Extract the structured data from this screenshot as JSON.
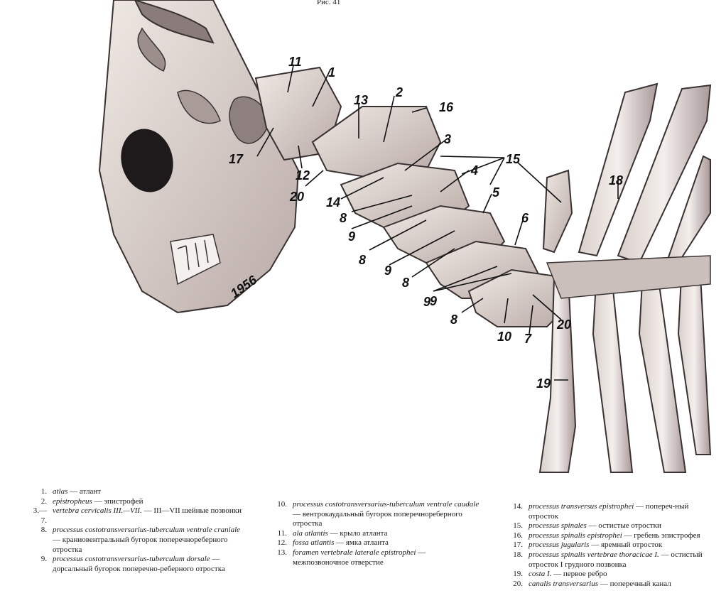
{
  "figure_caption": "Рис. 41",
  "signature": "1956",
  "callouts": [
    "1",
    "2",
    "3",
    "4",
    "5",
    "6",
    "7",
    "8",
    "8",
    "8",
    "8",
    "9",
    "9",
    "9",
    "9",
    "10",
    "11",
    "12",
    "13",
    "14",
    "15",
    "16",
    "17",
    "18",
    "19",
    "20",
    "20"
  ],
  "legend": [
    {
      "num": "1.",
      "lat": "atlas",
      "rus": " — атлант"
    },
    {
      "num": "2.",
      "lat": "epistropheus",
      "rus": " — эпистрофей"
    },
    {
      "num": "3.—7.",
      "lat": "vertebra cervicalis III.—VII.",
      "rus": " — III—VII шейные позвонки"
    },
    {
      "num": "8.",
      "lat": "processus costotransversarius-tuberculum ventrale craniale",
      "rus": " — краниовентральный бугорок поперечнореберного отростка"
    },
    {
      "num": "9.",
      "lat": "processus costotransversarius-tuberculum dorsale",
      "rus": " — дорсальный бугорок поперечно-реберного отростка"
    },
    {
      "num": "10.",
      "lat": "processus costotransversarius-tuberculum ventrale caudale",
      "rus": " — вентрокаудальный бугорок поперечнореберного отростка"
    },
    {
      "num": "11.",
      "lat": "ala atlantis",
      "rus": " — крыло атланта"
    },
    {
      "num": "12.",
      "lat": "fossa atlantis",
      "rus": " — ямка атланта"
    },
    {
      "num": "13.",
      "lat": "foramen vertebrale laterale epistrophei",
      "rus": " — межпозвоночное отверстие"
    },
    {
      "num": "14.",
      "lat": "processus transversus epistrophei",
      "rus": " — попереч-ный отросток"
    },
    {
      "num": "15.",
      "lat": "processus spinales",
      "rus": " — остистые отростки"
    },
    {
      "num": "16.",
      "lat": "processus spinalis epistrophei",
      "rus": " — гребень эпистрофея"
    },
    {
      "num": "17.",
      "lat": "processus jugularis",
      "rus": " — яремный отросток"
    },
    {
      "num": "18.",
      "lat": "processus spinalis vertebrae thoracicae I.",
      "rus": " — остистый отросток I грудного позвонка"
    },
    {
      "num": "19.",
      "lat": "costa I.",
      "rus": " — первое ребро"
    },
    {
      "num": "20.",
      "lat": "canalis transversarius",
      "rus": " — поперечный канал"
    }
  ]
}
